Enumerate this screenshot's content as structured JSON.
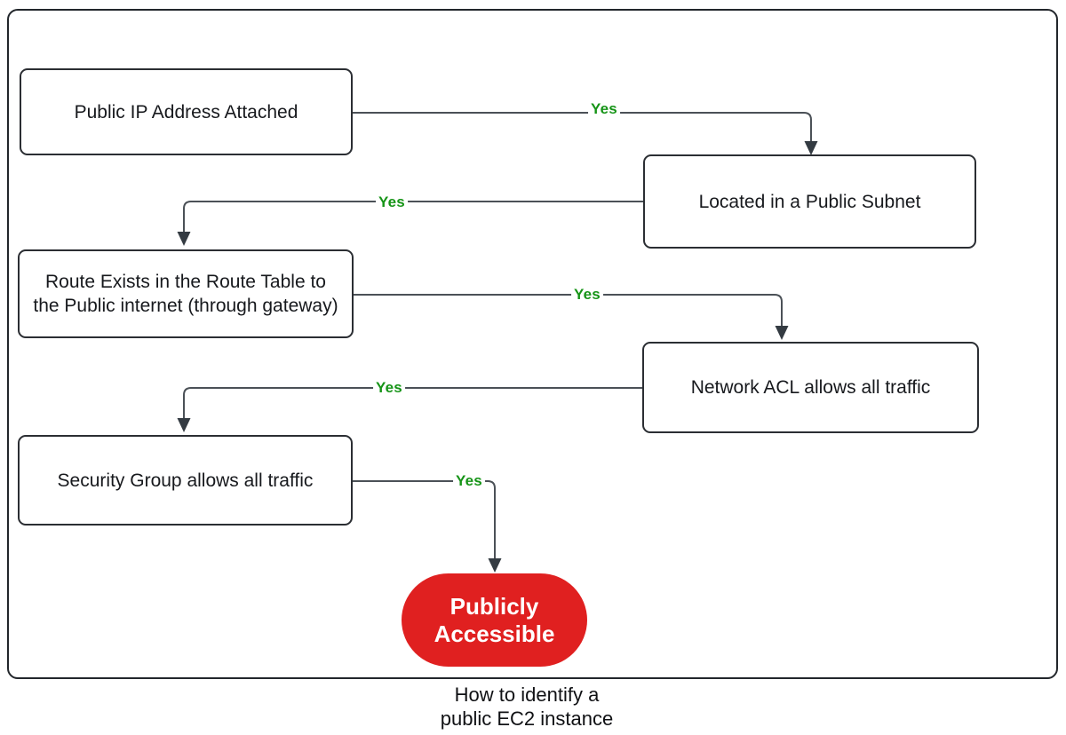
{
  "diagram": {
    "caption": {
      "line1": "How to identify a",
      "line2": "public EC2 instance"
    },
    "nodes": [
      {
        "id": "public-ip",
        "label": "Public IP Address Attached"
      },
      {
        "id": "public-subnet",
        "label": "Located in a Public Subnet"
      },
      {
        "id": "route-table",
        "label": "Route Exists in the Route Table to the Public internet (through gateway)"
      },
      {
        "id": "network-acl",
        "label": "Network ACL allows all traffic"
      },
      {
        "id": "security-group",
        "label": "Security Group allows all traffic"
      }
    ],
    "result": {
      "line1": "Publicly",
      "line2": "Accessible"
    },
    "edges": [
      {
        "from": "public-ip",
        "to": "public-subnet",
        "label": "Yes"
      },
      {
        "from": "public-subnet",
        "to": "route-table",
        "label": "Yes"
      },
      {
        "from": "route-table",
        "to": "network-acl",
        "label": "Yes"
      },
      {
        "from": "network-acl",
        "to": "security-group",
        "label": "Yes"
      },
      {
        "from": "security-group",
        "to": "result",
        "label": "Yes"
      }
    ],
    "colors": {
      "edge_label_green": "#169417",
      "result_bg_red": "#e02020",
      "result_text": "#ffffff",
      "node_border": "#2b2e33",
      "frame_border": "#22262b",
      "connector_line": "#4b5157",
      "arrowhead": "#343b42",
      "node_text": "#17191d"
    }
  }
}
